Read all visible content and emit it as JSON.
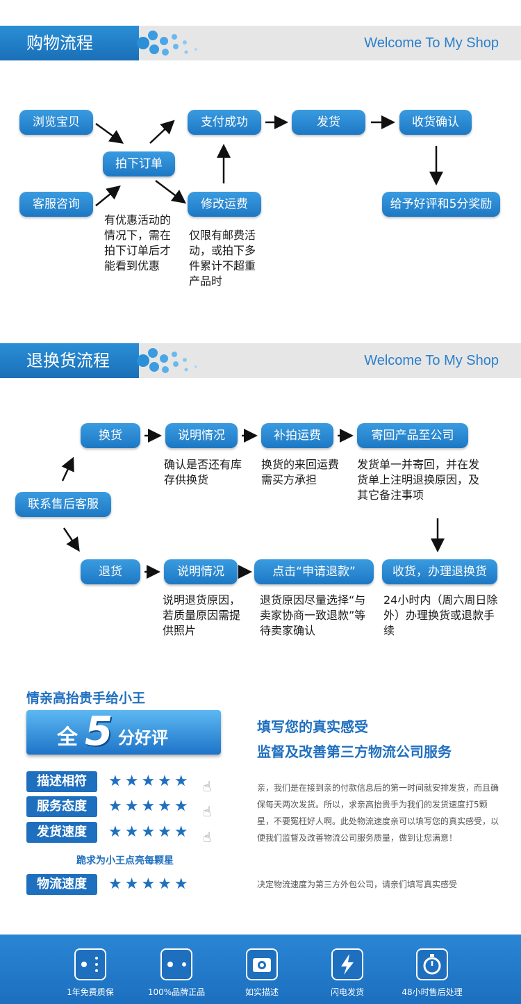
{
  "section1": {
    "title": "购物流程",
    "welcome": "Welcome To My Shop",
    "nodes": {
      "browse": "浏览宝贝",
      "service": "客服咨询",
      "order": "拍下订单",
      "pay": "支付成功",
      "ship": "发货",
      "receive": "收货确认",
      "modify": "修改运费",
      "review": "给予好评和5分奖励"
    },
    "notes": {
      "discount": "有优惠活动的情况下，需在拍下订单后才能看到优惠",
      "postage": "仅限有邮费活动，或拍下多件累计不超重产品时"
    }
  },
  "section2": {
    "title": "退换货流程",
    "welcome": "Welcome To My Shop",
    "nodes": {
      "contact": "联系售后客服",
      "exchange": "换货",
      "explain1": "说明情况",
      "postage": "补拍运费",
      "sendback": "寄回产品至公司",
      "refund": "退货",
      "explain2": "说明情况",
      "apply": "点击“申请退款”",
      "handle": "收货，办理退换货"
    },
    "notes": {
      "stock": "确认是否还有库存供换货",
      "buyer_pays": "换货的来回运费需买方承担",
      "sendback": "发货单一并寄回，并在发货单上注明退换原因，及其它备注事项",
      "reason": "说明退货原因，若质量原因需提供照片",
      "negotiate": "退货原因尽量选择“与卖家协商一致退款”等待卖家确认",
      "within24": "24小时内（周六周日除外）办理换货或退款手续"
    }
  },
  "rating": {
    "title": "情亲高抬贵手给小王",
    "banner_a": "全",
    "banner_num": "5",
    "banner_b": "分好评",
    "labels": [
      "描述相符",
      "服务态度",
      "发货速度",
      "物流速度"
    ],
    "stars": "★★★★★",
    "hint": "跪求为小王点亮每颗星",
    "heading1": "填写您的真实感受",
    "heading2": "监督及改善第三方物流公司服务",
    "paragraph": "亲，我们是在接到亲的付款信息后的第一时间就安排发货，而且确保每天两次发货。所以，求亲高抬贵手为我们的发货速度打5颗星，不要冤枉好人啊。此处物流速度亲可以填写您的真实感受，以便我们监督及改善物流公司服务质量，做到让您满意！",
    "paragraph2": "决定物流速度为第三方外包公司，请亲们填写真实感受"
  },
  "footer": {
    "features": [
      {
        "label": "1年免费质保",
        "icon": "dice-icon"
      },
      {
        "label": "100%品牌正品",
        "icon": "dice-two-icon"
      },
      {
        "label": "如实描述",
        "icon": "camera-icon"
      },
      {
        "label": "闪电发货",
        "icon": "lightning-icon"
      },
      {
        "label": "48小时售后处理",
        "icon": "stopwatch-icon"
      }
    ]
  },
  "colors": {
    "accent": "#1f6fbf",
    "pill": "#2a86d4",
    "header_bg": "#e6e6e6"
  }
}
